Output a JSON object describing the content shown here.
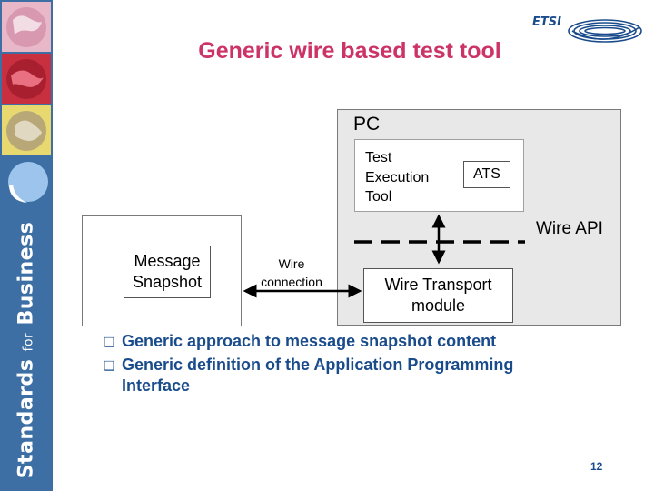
{
  "slide": {
    "title": "Generic wire based test tool",
    "page_number": "12"
  },
  "branding": {
    "sidebar_text_main": "Standards",
    "sidebar_text_small": "for",
    "sidebar_text_end": "Business",
    "logo_text": "ETSI",
    "sidebar_color": "#3d6fa4",
    "title_color": "#cc3366",
    "text_color": "#1a4c8c"
  },
  "diagram": {
    "pc_label": "PC",
    "exec_tool_line1": "Test",
    "exec_tool_line2": "Execution",
    "exec_tool_line3": "Tool",
    "ats_label": "ATS",
    "wire_api_label": "Wire API",
    "message_line1": "Message",
    "message_line2": "Snapshot",
    "wire_conn_line1": "Wire",
    "wire_conn_line2": "connection",
    "transport_line1": "Wire Transport",
    "transport_line2": "module"
  },
  "bullets": [
    "Generic approach to message snapshot content",
    "Generic definition of the Application Programming Interface"
  ]
}
